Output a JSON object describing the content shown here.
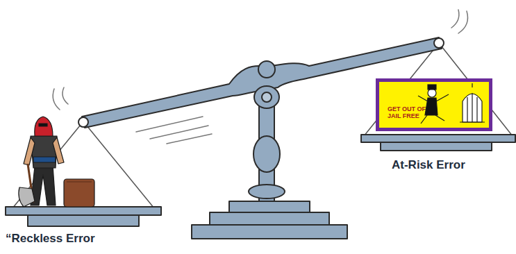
{
  "diagram": {
    "nodes": [
      {
        "text": [
          "GET OUT OF JAIL FREE"
        ]
      }
    ],
    "labels": [
      "“Reckless Error",
      "At-Risk Error"
    ]
  }
}
